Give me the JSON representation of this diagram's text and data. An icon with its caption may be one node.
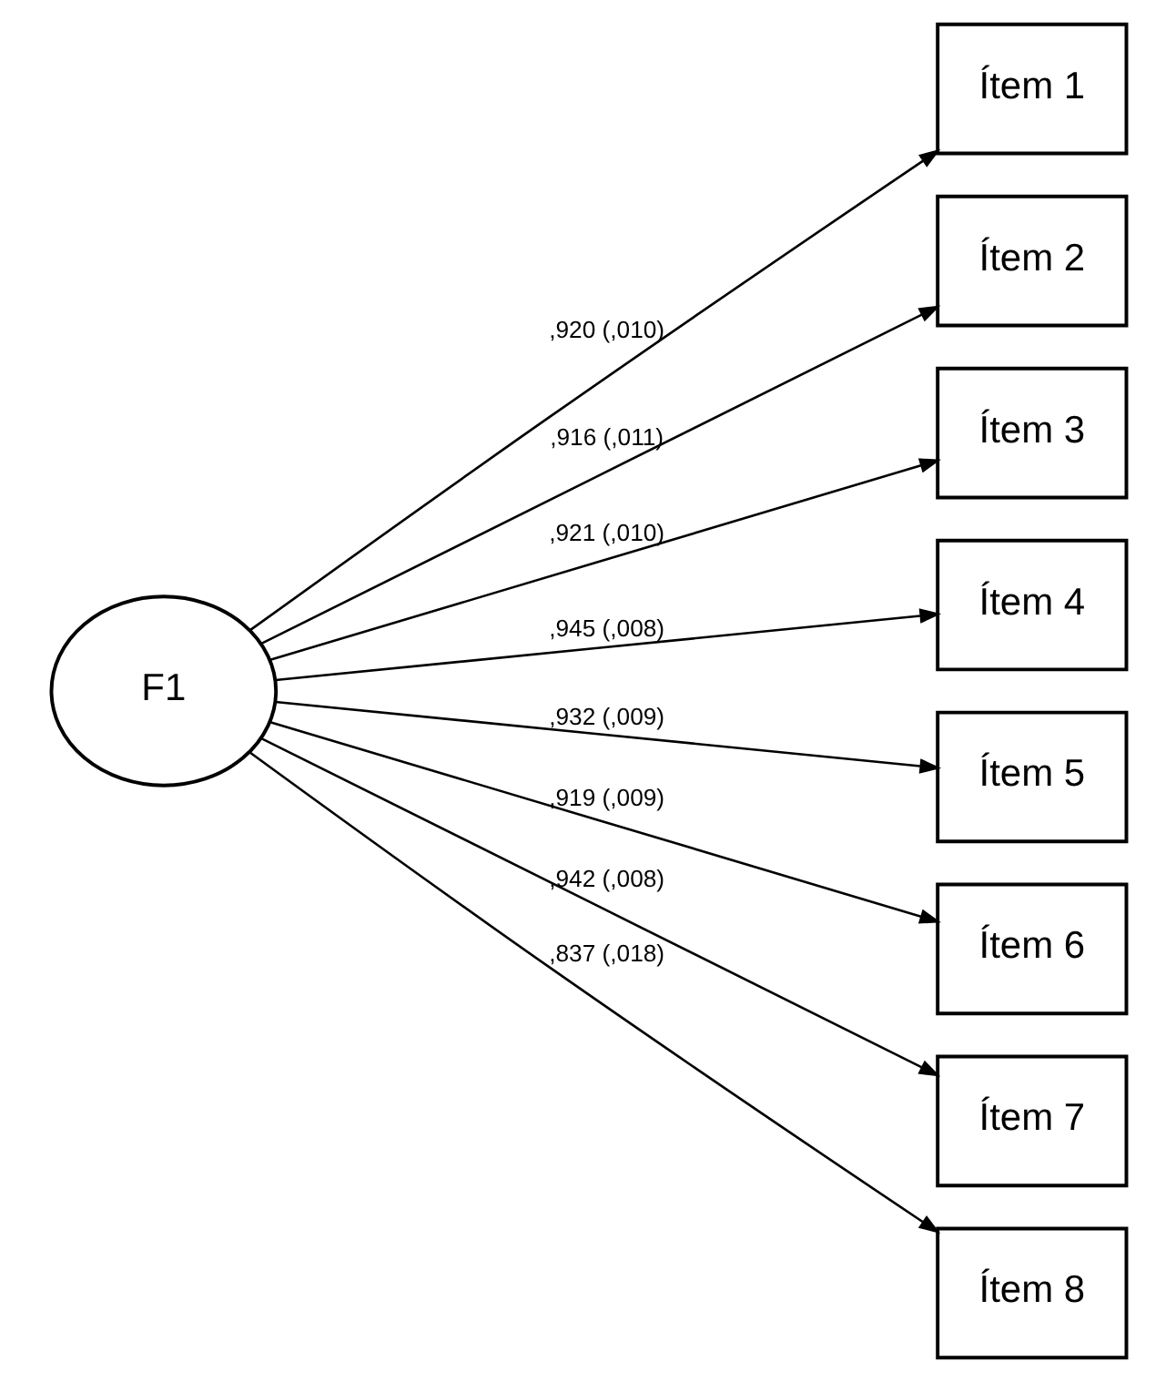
{
  "diagram": {
    "nodes": [
      {
        "text": [
          "F1"
        ]
      },
      {
        "text": [
          "Ítem 1"
        ]
      },
      {
        "text": [
          "Ítem 2"
        ]
      },
      {
        "text": [
          "Ítem 3"
        ]
      },
      {
        "text": [
          "Ítem 4"
        ]
      },
      {
        "text": [
          "Ítem 5"
        ]
      },
      {
        "text": [
          "Ítem 6"
        ]
      },
      {
        "text": [
          "Ítem 7"
        ]
      },
      {
        "text": [
          "Ítem 8"
        ]
      }
    ],
    "edges": [
      {
        "from": 0,
        "to": 1,
        "arrow": "to",
        "label": ",920 (,010)"
      },
      {
        "from": 0,
        "to": 2,
        "arrow": "to",
        "label": ",916 (,011)"
      },
      {
        "from": 0,
        "to": 3,
        "arrow": "to",
        "label": ",921 (,010)"
      },
      {
        "from": 0,
        "to": 4,
        "arrow": "to",
        "label": ",945 (,008)"
      },
      {
        "from": 0,
        "to": 5,
        "arrow": "to",
        "label": ",932 (,009)"
      },
      {
        "from": 0,
        "to": 6,
        "arrow": "to",
        "label": ",919 (,009)"
      },
      {
        "from": 0,
        "to": 7,
        "arrow": "to",
        "label": ",942 (,008)"
      },
      {
        "from": 0,
        "to": 8,
        "arrow": "to",
        "label": ",837 (,018)"
      }
    ]
  }
}
